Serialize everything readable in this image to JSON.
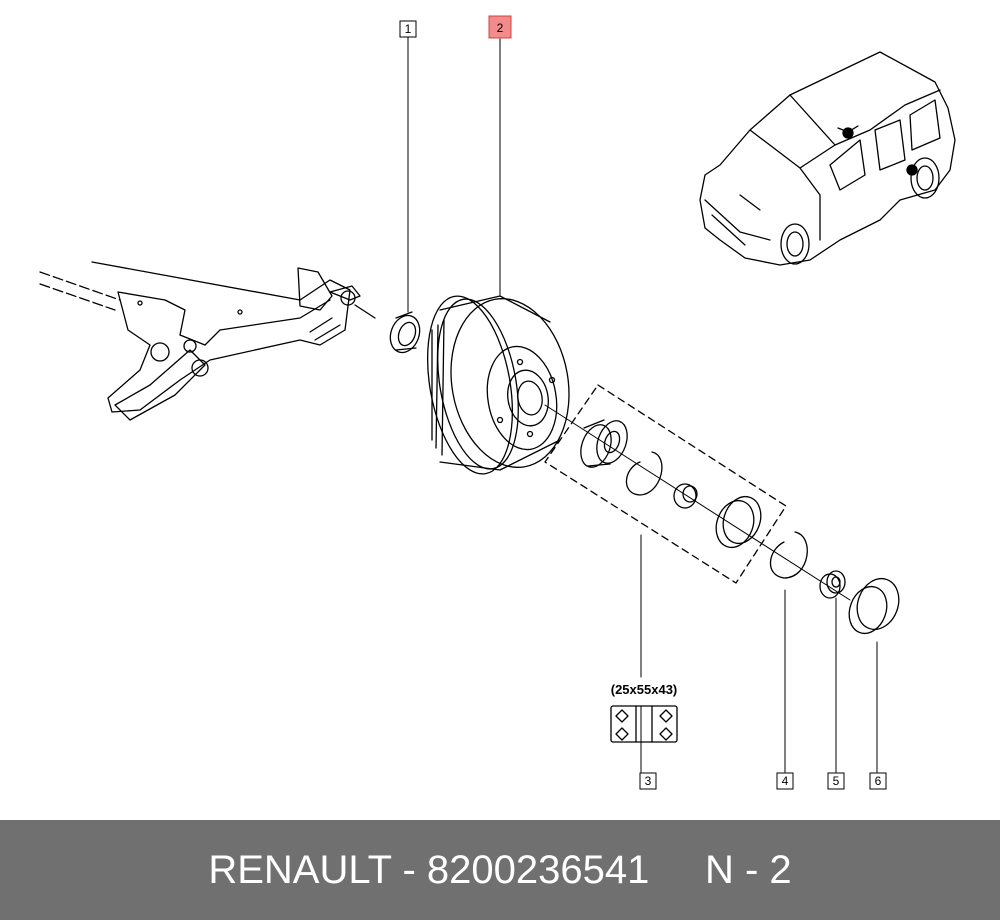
{
  "callouts": [
    {
      "label": "1",
      "highlighted": false
    },
    {
      "label": "2",
      "highlighted": true
    },
    {
      "label": "3",
      "highlighted": false
    },
    {
      "label": "4",
      "highlighted": false
    },
    {
      "label": "5",
      "highlighted": false
    },
    {
      "label": "6",
      "highlighted": false
    }
  ],
  "bearing_spec": "(25x55x43)",
  "footer": {
    "brand": "RENAULT",
    "separator": "-",
    "part_number": "8200236541",
    "diagram_ref": "N - 2"
  },
  "colors": {
    "highlight": "#f28b8b",
    "footer_bg": "#707070",
    "footer_text": "#ffffff"
  }
}
